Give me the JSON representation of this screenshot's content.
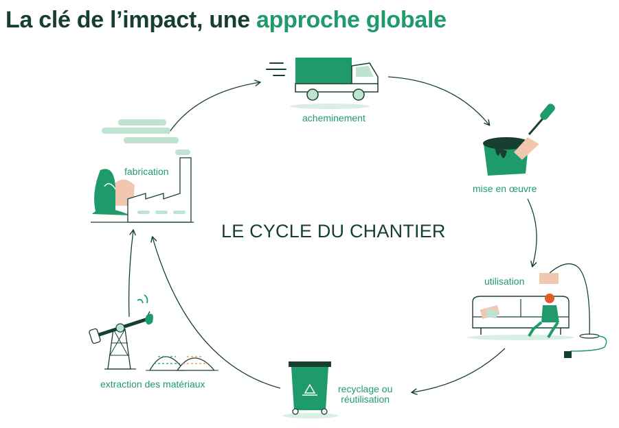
{
  "title": {
    "part1": "La clé de l’impact, une ",
    "part2": "approche globale"
  },
  "center_label": "LE CYCLE DU CHANTIER",
  "stages": {
    "acheminement": "acheminement",
    "mise_en_oeuvre": "mise en œuvre",
    "utilisation": "utilisation",
    "recyclage_line1": "recyclage ou",
    "recyclage_line2": "réutilisation",
    "extraction": "extraction des matériaux",
    "fabrication": "fabrication"
  },
  "colors": {
    "dark": "#173f2f",
    "green": "#1f9a6a",
    "light_green": "#bfe3d0",
    "peach": "#f2c7b0"
  }
}
